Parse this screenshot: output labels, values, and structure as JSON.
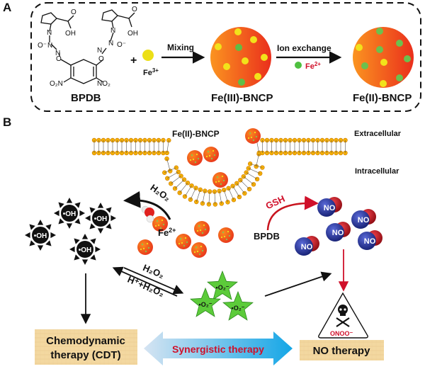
{
  "panel_a": {
    "label": "A",
    "bpdb_label": "BPDB",
    "plus": "+",
    "fe3_label": "Fe",
    "fe3_sup": "3+",
    "mixing_label": "Mixing",
    "fe3_np_label": "Fe(III)-BNCP",
    "ion_exchange_label": "Ion exchange",
    "fe2_label": "Fe",
    "fe2_sup": "2+",
    "fe2_np_label": "Fe(II)-BNCP",
    "structure": {
      "oh": "OH",
      "o": "O",
      "n": "N",
      "no2_left": "O₂N",
      "no2_right": "NO₂",
      "o_minus": "O⁻",
      "plus_charge": "+",
      "minus_charge": "−"
    }
  },
  "panel_b": {
    "label": "B",
    "np_label": "Fe(II)-BNCP",
    "extracellular": "Extracellular",
    "intracellular": "Intracellular",
    "h2o2_top": "H₂O₂",
    "fe2_label": "Fe",
    "fe2_sup": "2+",
    "oh_radical": "•OH",
    "gsh_label": "GSH",
    "bpdb_label": "BPDB",
    "no_label": "NO",
    "h2o2_forward": "H₂O₂",
    "h2o2_backward": "H⁺+H₂O₂",
    "superoxide": "•O₂⁻",
    "onoo_label": "ONOO⁻",
    "cdt_line1": "Chemodynamic",
    "cdt_line2": "therapy (CDT)",
    "synergistic_label": "Synergistic therapy",
    "no_therapy_label": "NO therapy"
  },
  "colors": {
    "np_orange": "#f26a1b",
    "np_red": "#e8301e",
    "fe3_yellow": "#f2e21a",
    "fe2_green": "#5fc24a",
    "lipid_head": "#f5a800",
    "no_blue": "#1f2f8f",
    "no_red": "#c8141e",
    "star_green": "#5ccb3a",
    "accent_red": "#d0102a",
    "papyrus": "#f3d9a0",
    "arrow_blue": "#29a9e0"
  }
}
